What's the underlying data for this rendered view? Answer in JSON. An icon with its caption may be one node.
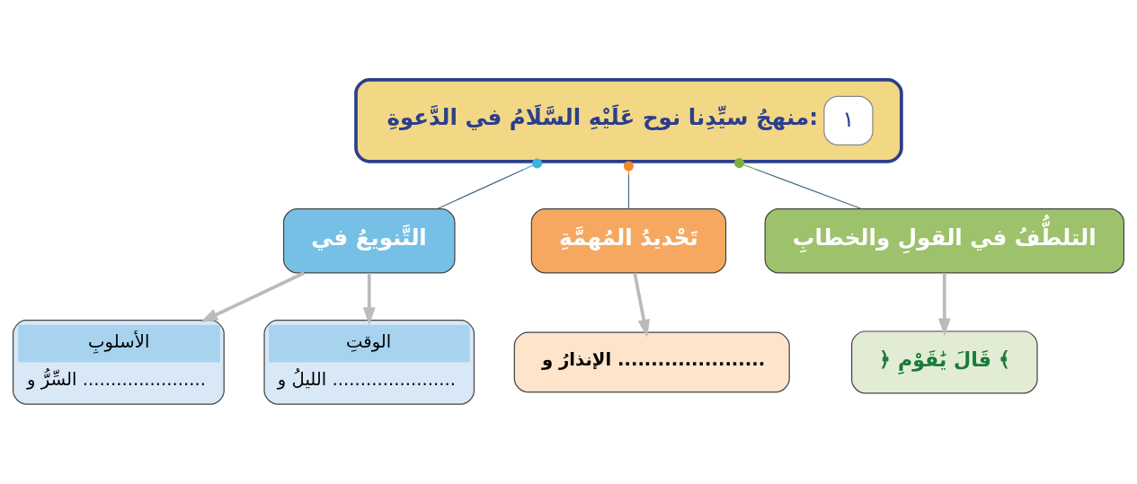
{
  "diagram": {
    "nodes": [
      {
        "text": [
          "١",
          "منهجُ سيِّدِنا نوح عَلَيْهِ السَّلَامُ في الدَّعوةِ:"
        ]
      },
      {
        "text": [
          "التلطُّفُ في القولِ والخطابِ"
        ]
      },
      {
        "text": [
          "تَحْديدُ المُهمَّةِ"
        ]
      },
      {
        "text": [
          "التَّنويعُ في"
        ]
      },
      {
        "text": [
          "﴿ قَالَ يَٰقَوْمِ ﴾"
        ]
      },
      {
        "text": [
          "الإنذارُ و ......................"
        ]
      },
      {
        "text": [
          "الوقتِ",
          "الليلُ و ......................"
        ]
      },
      {
        "text": [
          "الأسلوبِ",
          "السِّرُّ و ......................"
        ]
      }
    ],
    "edges": [
      {
        "from": 0,
        "to": 1,
        "arrow": "other",
        "color": "#4a6b80"
      },
      {
        "from": 0,
        "to": 2,
        "arrow": "other",
        "color": "#4a6b80"
      },
      {
        "from": 0,
        "to": 3,
        "arrow": "other",
        "color": "#4a6b80"
      },
      {
        "from": 1,
        "to": 4,
        "arrow": "to"
      },
      {
        "from": 2,
        "to": 5,
        "arrow": "to"
      },
      {
        "from": 3,
        "to": 6,
        "arrow": "to"
      },
      {
        "from": 3,
        "to": 7,
        "arrow": "to"
      }
    ]
  }
}
